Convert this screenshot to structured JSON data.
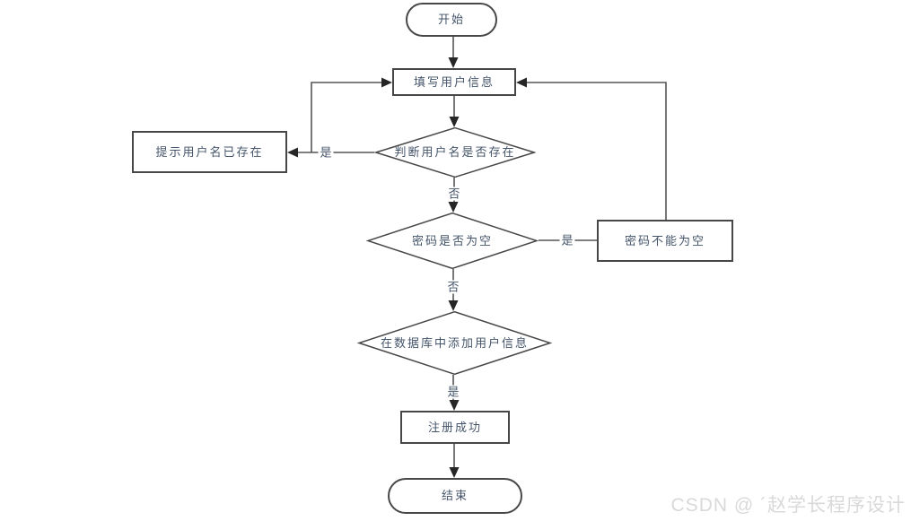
{
  "colors": {
    "background": "#ffffff",
    "shape_fill": "#ffffff",
    "shape_border": "#474747",
    "line": "#555555",
    "arrow": "#262626",
    "text": "#44546a",
    "watermark": "#d9d9d9"
  },
  "nodes": {
    "start": {
      "label": "开始",
      "shape": "terminator"
    },
    "fill_user_info": {
      "label": "填写用户信息",
      "shape": "process"
    },
    "check_username_exists": {
      "label": "判断用户名是否存在",
      "shape": "decision"
    },
    "prompt_username_exists": {
      "label": "提示用户名已存在",
      "shape": "process"
    },
    "check_password_empty": {
      "label": "密码是否为空",
      "shape": "decision"
    },
    "password_not_empty": {
      "label": "密码不能为空",
      "shape": "process"
    },
    "add_user_to_database": {
      "label": "在数据库中添加用户信息",
      "shape": "decision"
    },
    "register_success": {
      "label": "注册成功",
      "shape": "process"
    },
    "end": {
      "label": "结束",
      "shape": "terminator"
    }
  },
  "edge_labels": {
    "username_exists_yes": "是",
    "username_exists_no": "否",
    "password_empty_yes": "是",
    "password_empty_no": "否",
    "add_db_yes": "是"
  },
  "watermark": "CSDN @ ´赵学长程序设计"
}
